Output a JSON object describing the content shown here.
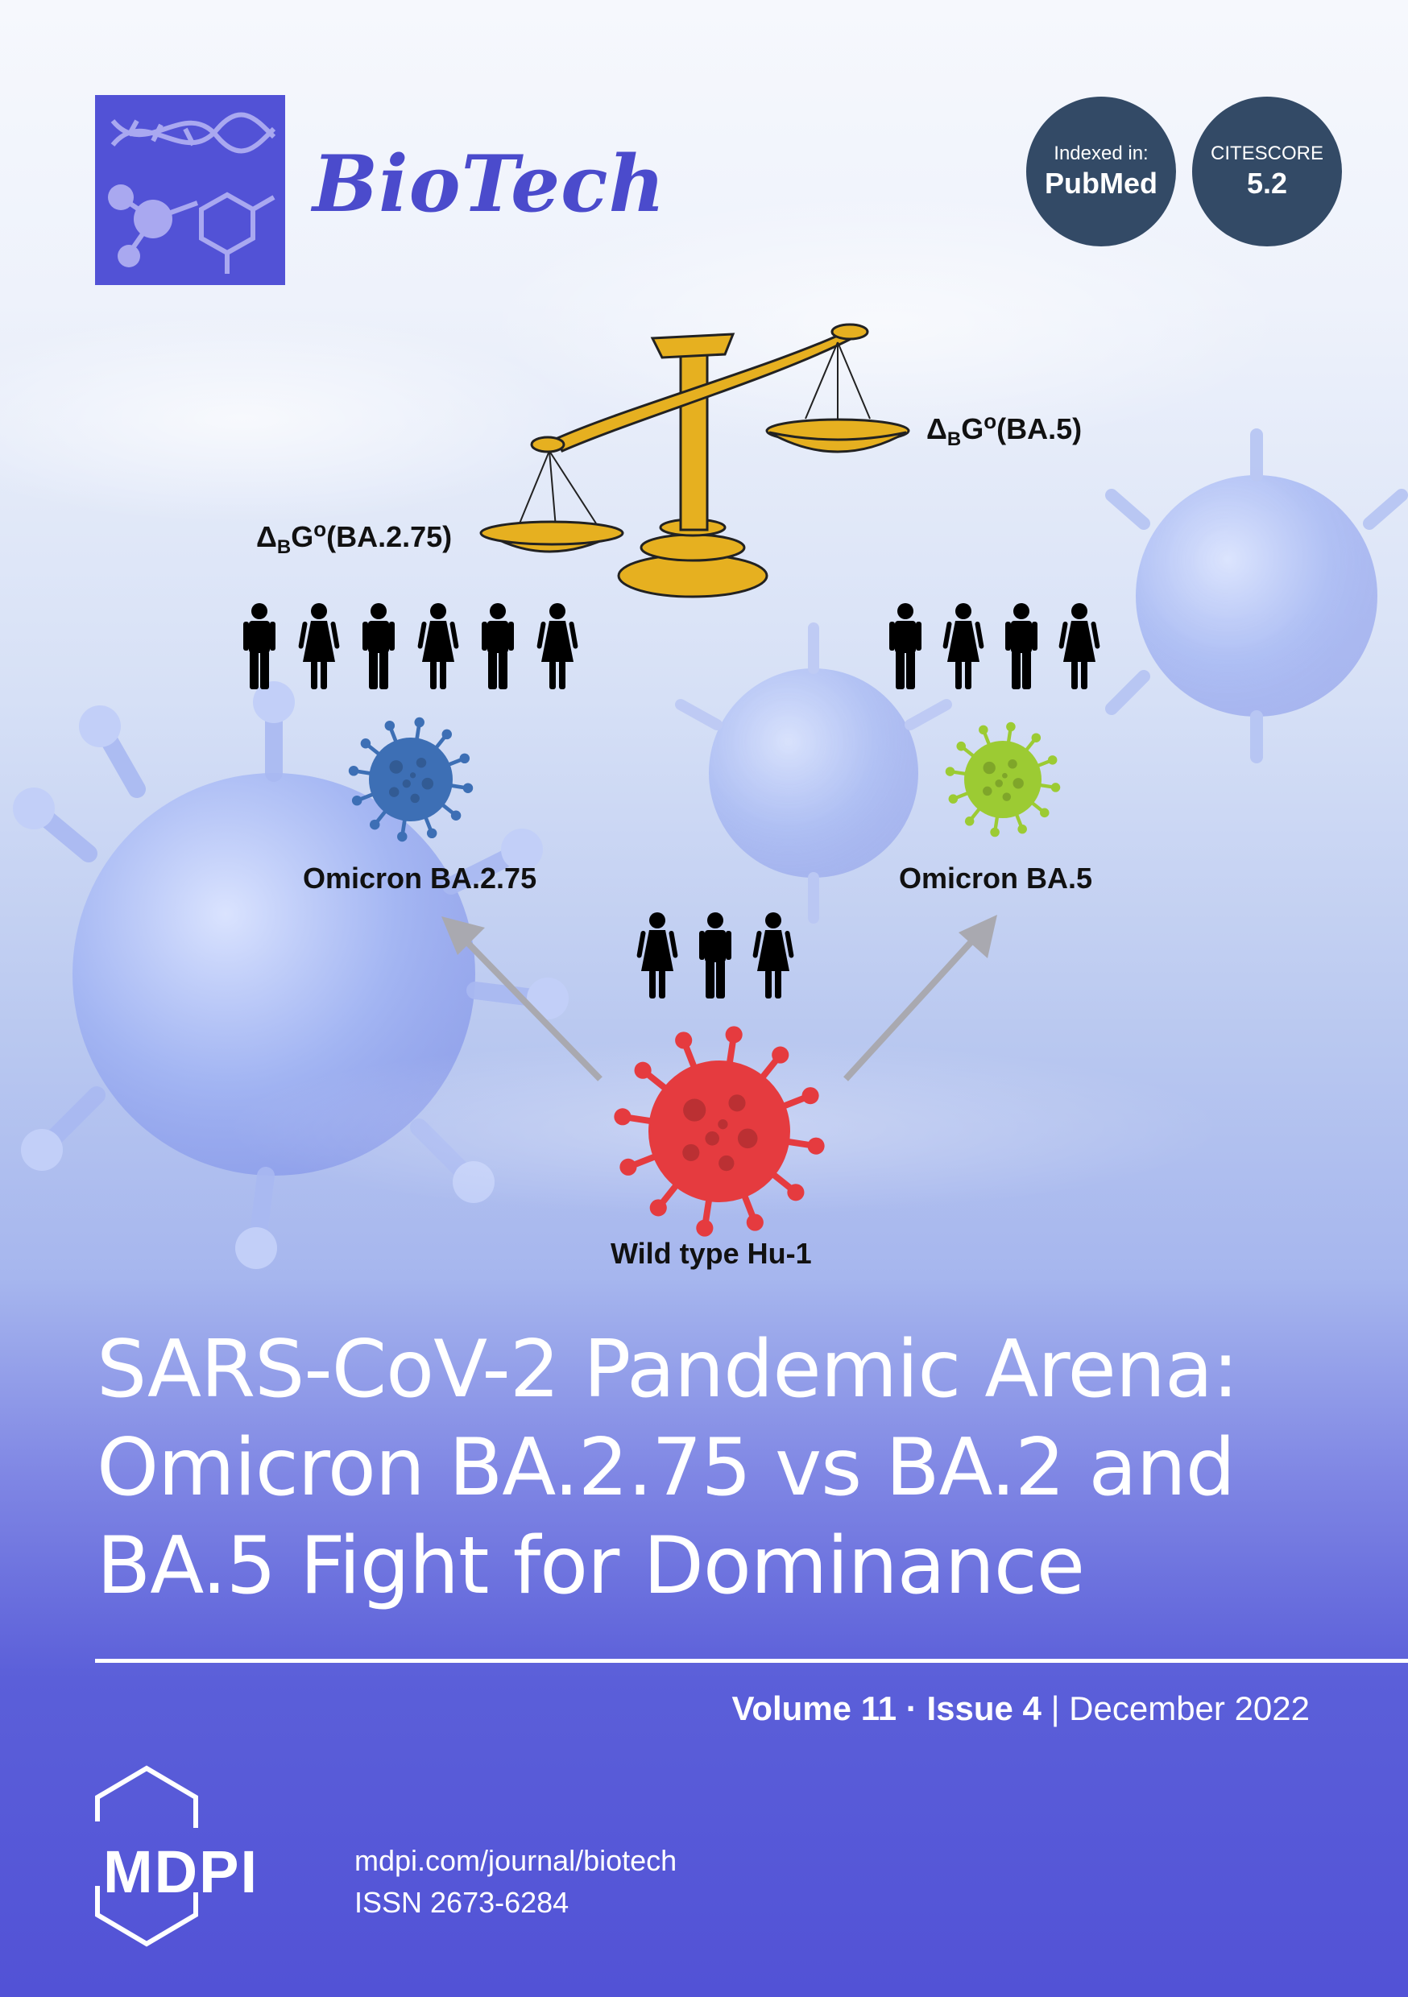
{
  "journal": {
    "title": "BioTech",
    "badges": [
      {
        "label": "Indexed in:",
        "value": "PubMed"
      },
      {
        "label": "CITESCORE",
        "value": "5.2"
      }
    ]
  },
  "diagram": {
    "labels": {
      "ba275_energy": {
        "prefix": "Δ",
        "sub": "B",
        "main": "G",
        "sup": "o",
        "suffix": "(BA.2.75)"
      },
      "ba5_energy": {
        "prefix": "Δ",
        "sub": "B",
        "main": "G",
        "sup": "o",
        "suffix": "(BA.5)"
      },
      "omicron_ba275": "Omicron BA.2.75",
      "omicron_ba5": "Omicron BA.5",
      "wild_type": "Wild type Hu-1"
    },
    "groups": {
      "left_people": [
        "male",
        "female",
        "male",
        "female",
        "male",
        "female"
      ],
      "right_people": [
        "male",
        "female",
        "male",
        "female"
      ],
      "center_people": [
        "female",
        "male",
        "female"
      ]
    },
    "colors": {
      "ba275_virus": "#3d6fb5",
      "ba5_virus": "#9ccb33",
      "wild_type_virus": "#e53b3f",
      "scale_gold": "#e6b020",
      "arrow": "#a9a9b0"
    }
  },
  "article": {
    "title_lines": [
      "SARS-CoV-2 Pandemic Arena:",
      "Omicron BA.2.75 vs BA.2 and",
      "BA.5 Fight for Dominance"
    ]
  },
  "issue": {
    "volume": "Volume 11",
    "separator": "·",
    "issue": "Issue 4",
    "divider": "|",
    "date": "December 2022"
  },
  "footer": {
    "publisher": "MDPI",
    "url": "mdpi.com/journal/biotech",
    "issn": "ISSN 2673-6284"
  },
  "colors": {
    "accent": "#4b4bcc",
    "badge": "#334a66",
    "background_bottom": "#5252d6"
  }
}
